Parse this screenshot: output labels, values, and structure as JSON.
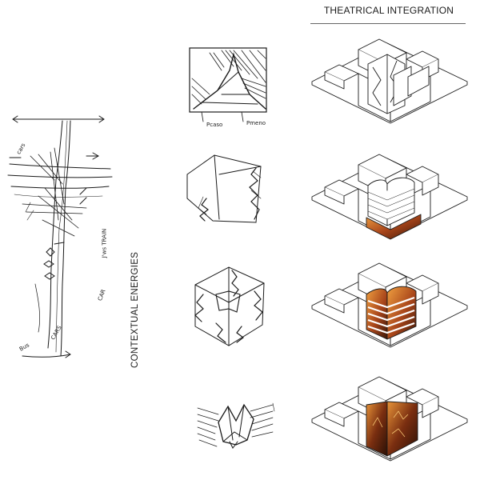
{
  "header": {
    "title": "THEATRICAL INTEGRATION"
  },
  "side_label": "CONTEXTUAL ENERGIES",
  "sketch_notes": {
    "top_left": "Pcaso",
    "top_right": "Pmeno",
    "street_a": "cars",
    "street_b": "CARS",
    "street_c": "J'ws TRAIN",
    "street_d": "CAR",
    "street_e": "Bus"
  },
  "rows": [
    {
      "id": "row-1",
      "sketch": "sketch-1",
      "model": "axo-1"
    },
    {
      "id": "row-2",
      "sketch": "sketch-2",
      "model": "axo-2"
    },
    {
      "id": "row-3",
      "sketch": "sketch-3",
      "model": "axo-3"
    },
    {
      "id": "row-4",
      "sketch": "sketch-4",
      "model": "axo-4"
    }
  ],
  "colors": {
    "ink": "#1a1a1a",
    "rule": "#666666",
    "fire_dark": "#3a1608",
    "fire_mid": "#a8451a",
    "fire_light": "#f0a040"
  }
}
